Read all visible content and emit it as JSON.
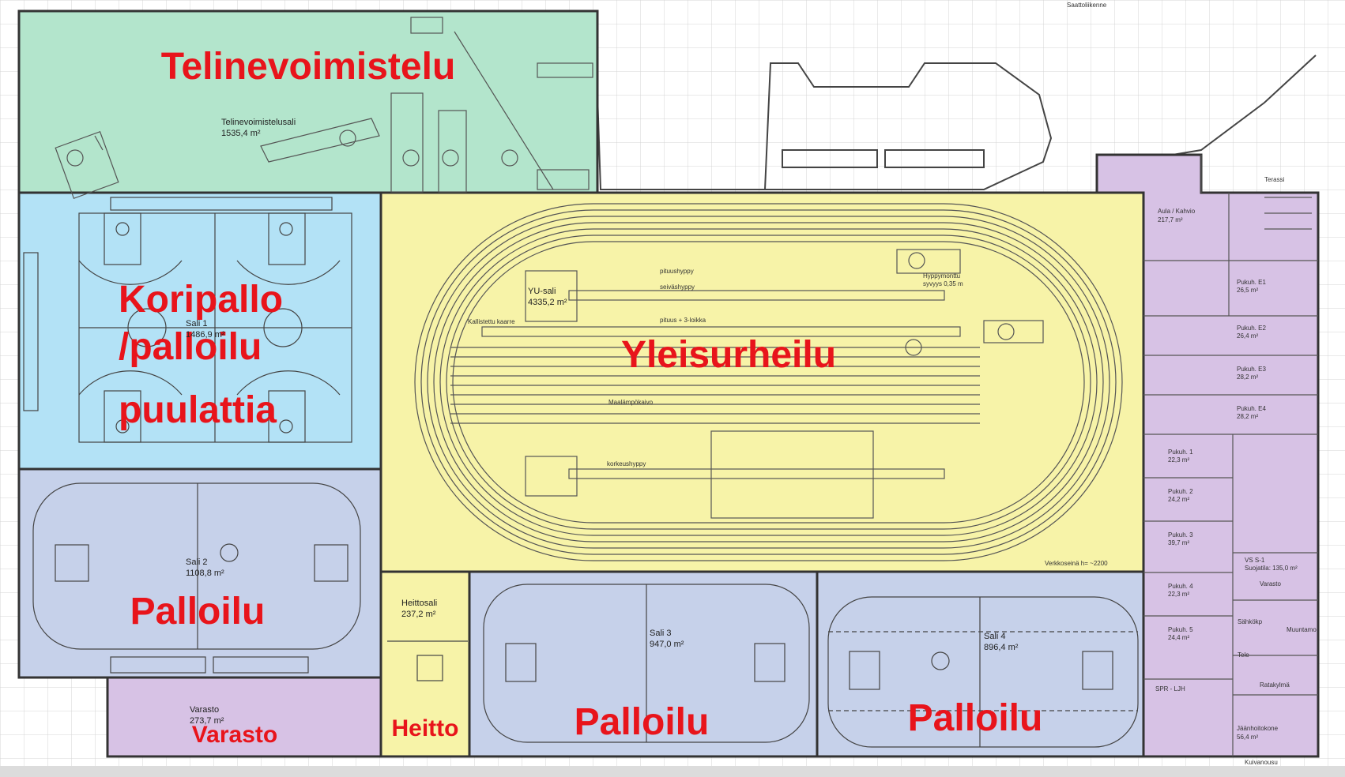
{
  "zones": {
    "gymnastics": {
      "big_label": "Telinevoimistelu",
      "room_name": "Telinevoimistelusali",
      "room_area": "1535,4 m²",
      "color": "#b3e5cc"
    },
    "basketball": {
      "big_label_1": "Koripallo",
      "big_label_2": "/palloilu",
      "big_label_3": "puulattia",
      "room_name": "Sali 1",
      "room_area": "1486,9 m²",
      "color": "#b3e2f6"
    },
    "hall2": {
      "big_label": "Palloilu",
      "room_name": "Sali 2",
      "room_area": "1108,8 m²",
      "color": "#c6d1ea"
    },
    "athletics": {
      "big_label": "Yleisurheilu",
      "room_name": "YU-sali",
      "room_area": "4335,2 m²",
      "color": "#f7f3a8"
    },
    "throwing": {
      "big_label": "Heitto",
      "room_name": "Heittosali",
      "room_area": "237,2 m²",
      "color": "#f7f3a8"
    },
    "storage": {
      "big_label": "Varasto",
      "room_name": "Varasto",
      "room_area": "273,7 m²",
      "color": "#d7c2e5"
    },
    "hall3": {
      "big_label": "Palloilu",
      "room_name": "Sali 3",
      "room_area": "947,0 m²",
      "color": "#c6d1ea"
    },
    "hall4": {
      "big_label": "Palloilu",
      "room_name": "Sali 4",
      "room_area": "896,4 m²",
      "color": "#c6d1ea"
    },
    "services": {
      "color": "#d7c2e5"
    }
  },
  "annotations": {
    "top_road": "Saattoliikenne",
    "terrace": "Terassi",
    "cafe": "Aula / Kahvio",
    "cafe_area": "217,7 m²",
    "pole_vault": "seiväshyppy",
    "long_jump": "pituushyppy",
    "triple_jump": "pituus + 3-loikka",
    "high_jump": "korkeushyppy",
    "jump_pit": "Hyppymonttu",
    "jump_pit_depth": "syvyys 0,35 m",
    "banked_curve": "Kallistettu kaarre",
    "floor_heating": "Maalämpökaivo",
    "net_wall": "Verkkoseinä h= ~2200",
    "shelter": "VS S-1",
    "shelter_room": "Suojatila: 135,0 m²",
    "ice_maint": "Jäänhoitokone",
    "ice_maint_area": "56,4 m²",
    "wash": "Kuivanousu",
    "spr": "SPR - LJH",
    "electric": "Sähkökp",
    "tele": "Tele",
    "rack": "Ratakylmä",
    "transform": "Muuntamo",
    "gear": "Varasto"
  },
  "dressing_rooms": [
    {
      "name": "Pukuh. E1",
      "area": "26,5 m²"
    },
    {
      "name": "Pukuh. E2",
      "area": "26,4 m²"
    },
    {
      "name": "Pukuh. E3",
      "area": "28,2 m²"
    },
    {
      "name": "Pukuh. E4",
      "area": "28,2 m²"
    },
    {
      "name": "Pukuh. 1",
      "area": "22,3 m²"
    },
    {
      "name": "Pukuh. 2",
      "area": "24,2 m²"
    },
    {
      "name": "Pukuh. 3",
      "area": "39,7 m²"
    },
    {
      "name": "Pukuh. 4",
      "area": "22,3 m²"
    },
    {
      "name": "Pukuh. 5",
      "area": "24,4 m²"
    }
  ]
}
